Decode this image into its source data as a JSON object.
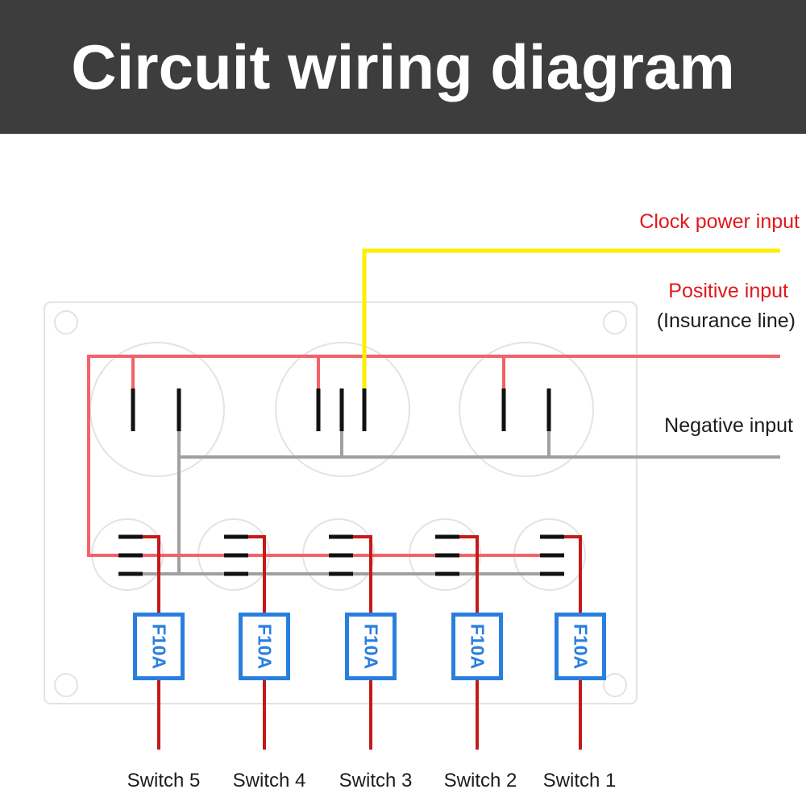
{
  "header": {
    "title": "Circuit wiring diagram"
  },
  "labels": {
    "clock_power_input": "Clock power input",
    "positive_input": "Positive input",
    "insurance_line": "(Insurance line)",
    "negative_input": "Negative input"
  },
  "fuses": [
    {
      "label": "F10A"
    },
    {
      "label": "F10A"
    },
    {
      "label": "F10A"
    },
    {
      "label": "F10A"
    },
    {
      "label": "F10A"
    }
  ],
  "switches": [
    {
      "label": "Switch 5"
    },
    {
      "label": "Switch 4"
    },
    {
      "label": "Switch 3"
    },
    {
      "label": "Switch 2"
    },
    {
      "label": "Switch 1"
    }
  ],
  "colors": {
    "header_bg": "#3d3d3d",
    "positive_wire": "#f26268",
    "switch_wire": "#c41a1a",
    "clock_wire": "#ffee00",
    "negative_wire": "#a0a0a0",
    "fuse_blue": "#2a7fde",
    "label_red": "#e2171b",
    "terminal_black": "#111111"
  }
}
